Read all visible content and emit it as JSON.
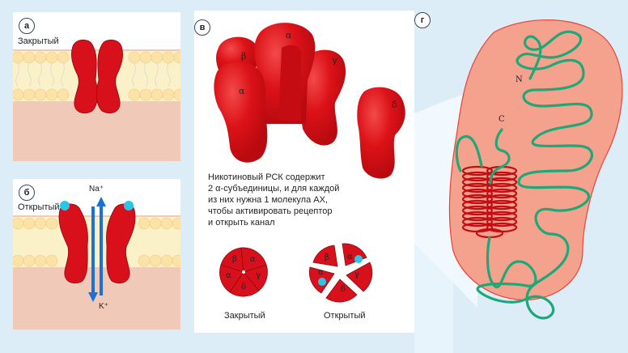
{
  "panels": {
    "a": {
      "badge": "а",
      "state_label": "Закрытый"
    },
    "b": {
      "badge": "б",
      "state_label": "Открытый",
      "ion_in": "Na⁺",
      "ion_out": "K⁺"
    },
    "v": {
      "badge": "в",
      "subunits_3d": [
        "β",
        "α",
        "γ",
        "α",
        "δ"
      ],
      "caption_lines": [
        "Никотиновый РСК содержит",
        "2 α-субъединицы, и для каждой",
        "из них нужна 1 молекула АХ,",
        "чтобы активировать рецептор",
        "и открыть канал"
      ],
      "top_view_closed": {
        "label": "Закрытый",
        "subunits": [
          "β",
          "α",
          "γ",
          "δ",
          "α"
        ]
      },
      "top_view_open": {
        "label": "Открытый",
        "subunits": [
          "β",
          "α",
          "γ",
          "δ",
          "α"
        ]
      }
    },
    "g": {
      "badge": "г",
      "terminal_n": "N",
      "terminal_c": "C"
    }
  },
  "colors": {
    "protein_red": "#d8101c",
    "acetylcholine_cyan": "#29c6e8",
    "ion_arrow_blue": "#1e6fd6",
    "chain_green": "#1fa877",
    "domain_pink": "#f4a18e",
    "membrane_yellow": "#fbeec0",
    "extracellular": "#ffffff",
    "intracellular": "#f0c9b9"
  }
}
